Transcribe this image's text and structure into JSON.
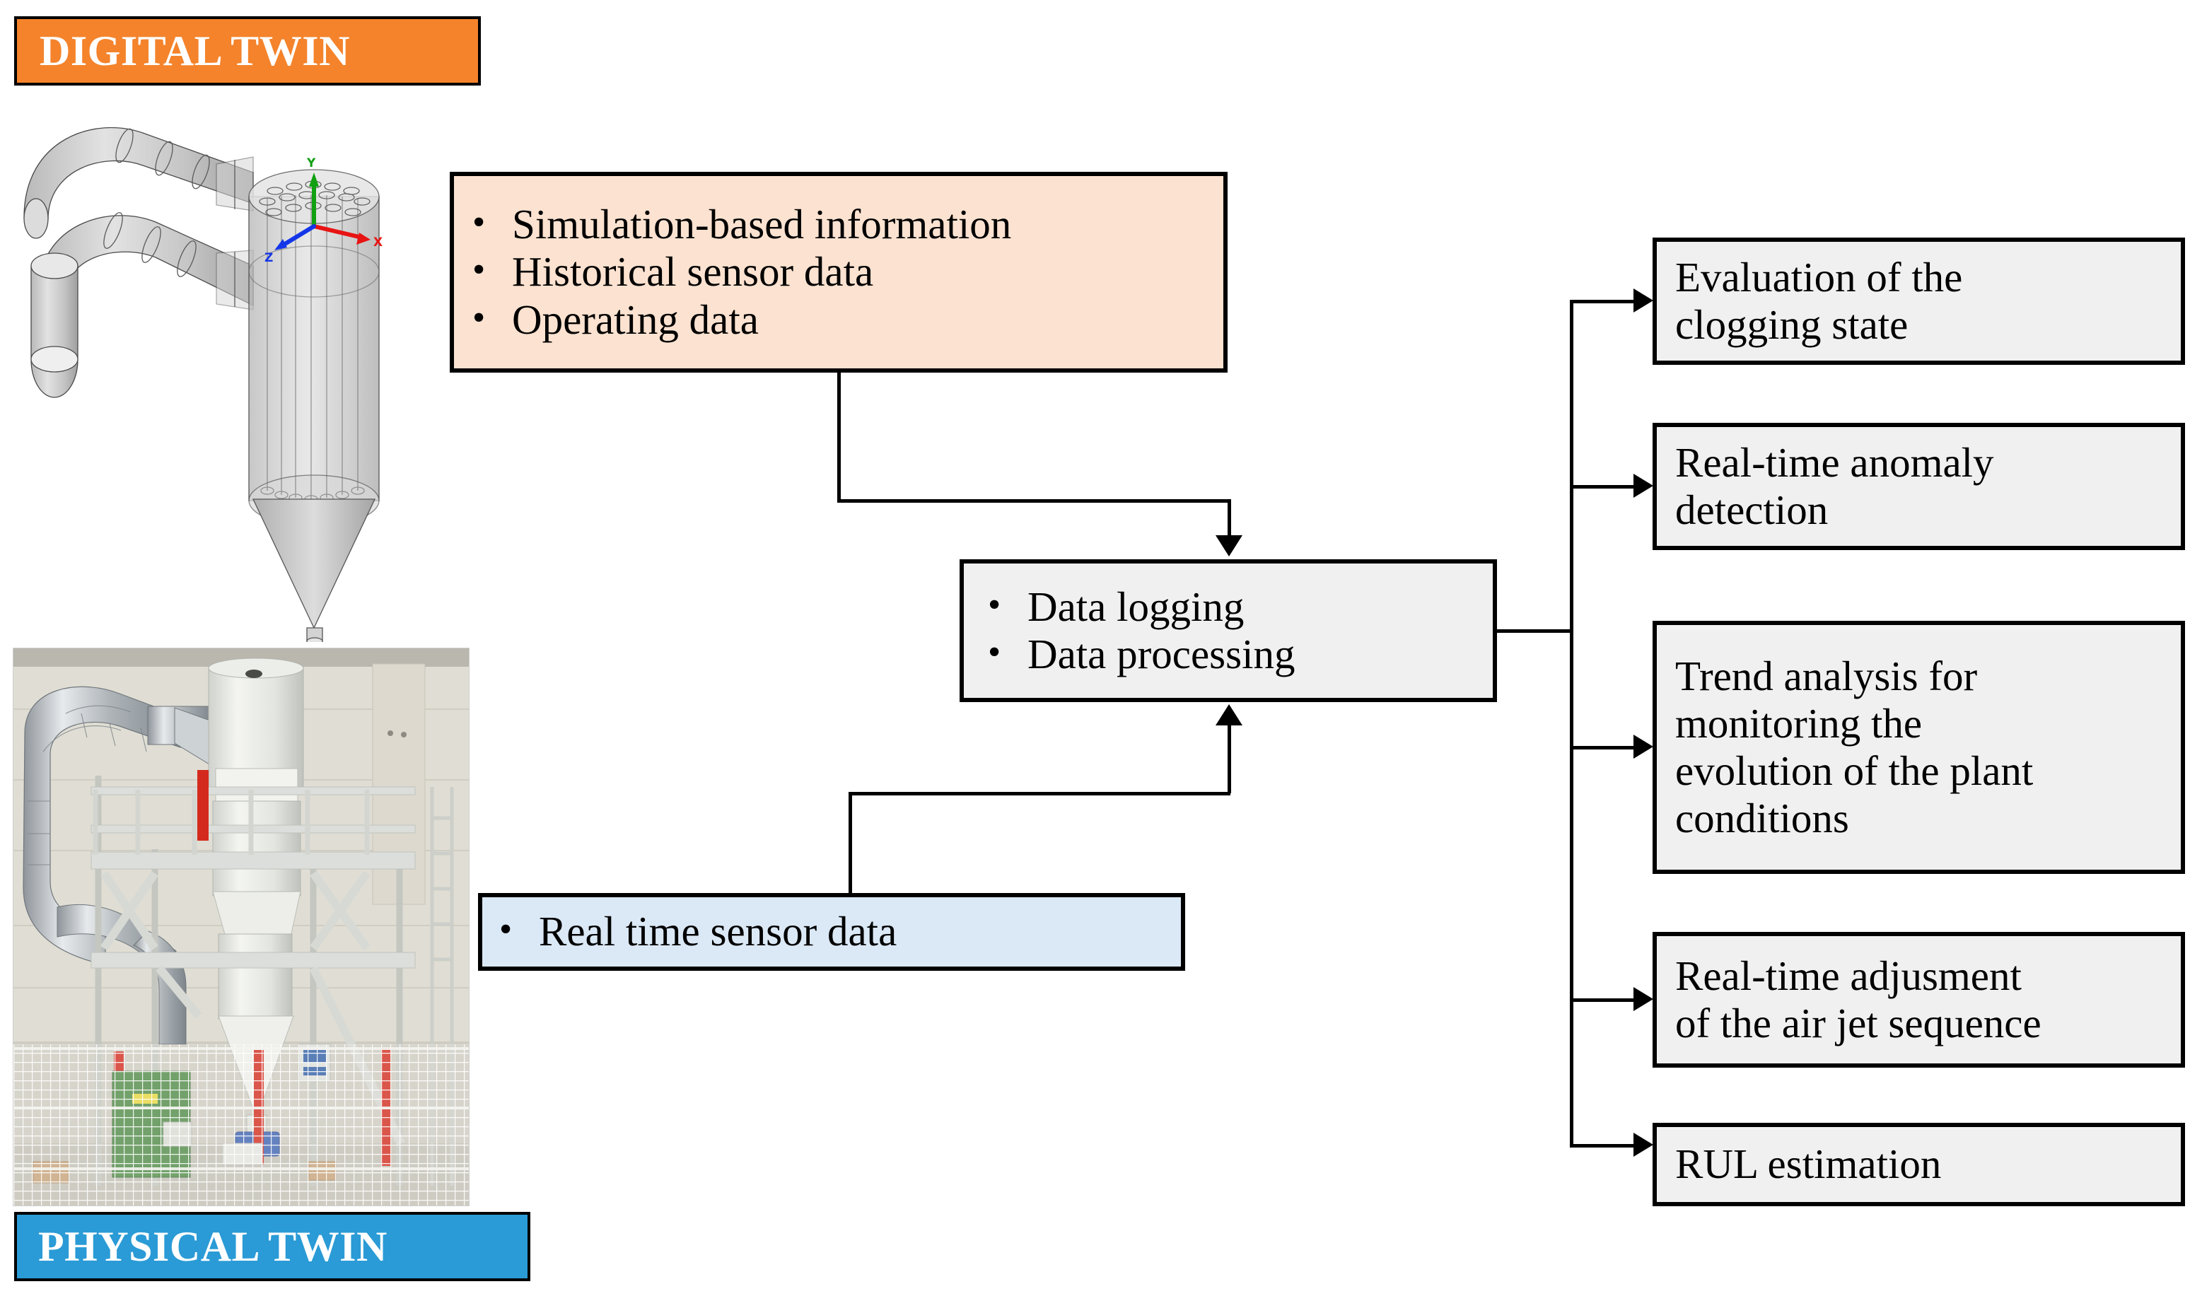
{
  "banners": {
    "digital": "DIGITAL TWIN",
    "physical": "PHYSICAL TWIN"
  },
  "colors": {
    "digital_banner_bg": "#F4832B",
    "physical_banner_bg": "#2A9BD6",
    "digital_inputs_bg": "#FCE2D0",
    "sensor_box_bg": "#DBE8F5",
    "process_box_bg": "#F0F0F0",
    "output_box_bg": "#F0F0F0",
    "line": "#000000",
    "axis_x": "#E81313",
    "axis_y": "#11A011",
    "axis_z": "#1436E8"
  },
  "digital_inputs": {
    "bullet": "•",
    "items": [
      "Simulation-based information",
      "Historical sensor data",
      "Operating data"
    ]
  },
  "data_processing": {
    "bullet": "•",
    "items": [
      "Data logging",
      "Data processing"
    ]
  },
  "sensor_input": {
    "bullet": "•",
    "items": [
      "Real time sensor data"
    ]
  },
  "outputs": [
    {
      "lines": [
        "Evaluation of the",
        "clogging state"
      ]
    },
    {
      "lines": [
        "Real-time anomaly",
        "detection"
      ]
    },
    {
      "lines": [
        "Trend analysis for",
        "monitoring the",
        "evolution of the plant",
        "conditions"
      ]
    },
    {
      "lines": [
        "Real-time adjusment",
        "of the air jet sequence"
      ]
    },
    {
      "lines": [
        "RUL estimation"
      ]
    }
  ],
  "cad_axes": {
    "x_label": "X",
    "y_label": "Y",
    "z_label": "Z"
  }
}
